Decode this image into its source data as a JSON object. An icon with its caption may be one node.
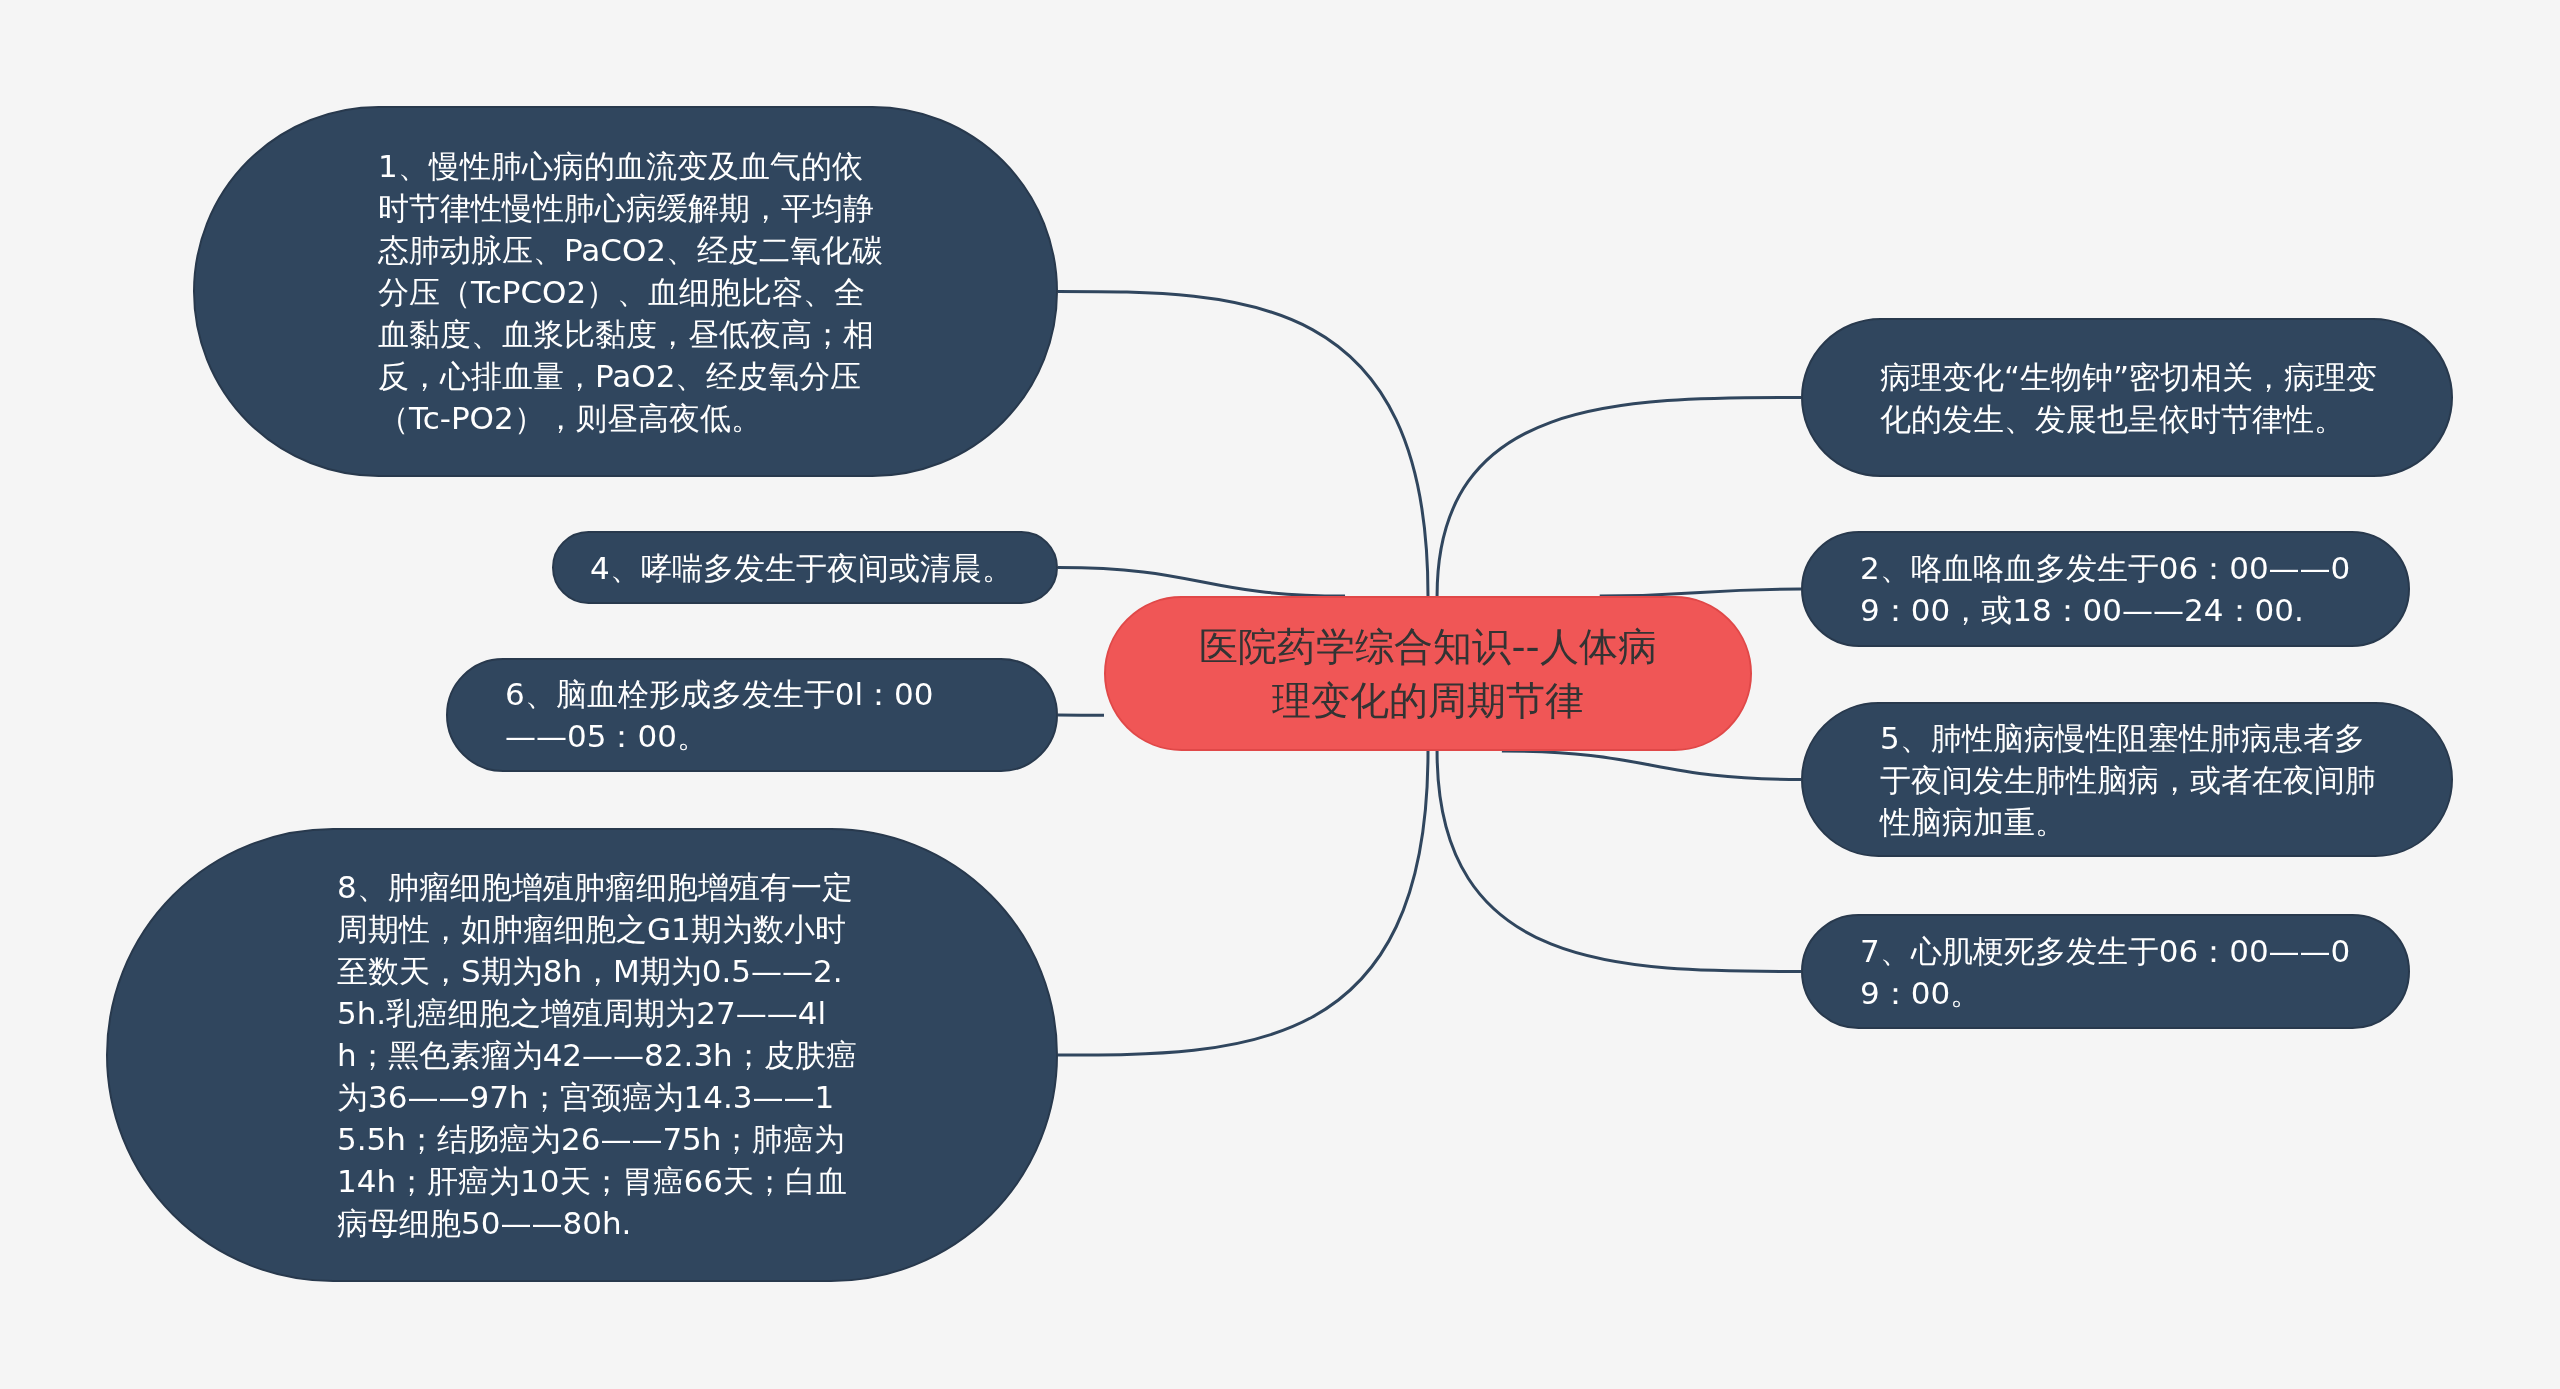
{
  "diagram": {
    "nodes": [
      {
        "text": [
          "医院药学综合知识--人体病理变化的周期节律"
        ]
      },
      {
        "text": [
          "1、慢性肺心病的血流变及血气的依时节律性慢性肺心病缓解期，平均静态肺动脉压、PaCO2、经皮二氧化碳分压（TcPCO2）、血细胞比容、全血黏度、血浆比黏度，昼低夜高；相反，心排血量，PaO2、经皮氧分压（Tc-PO2），则昼高夜低。"
        ]
      },
      {
        "text": [
          "病理变化“生物钟”密切相关，病理变化的发生、发展也呈依时节律性。"
        ]
      },
      {
        "text": [
          "4、哮喘多发生于夜间或清晨。"
        ]
      },
      {
        "text": [
          "2、咯血咯血多发生于06：00——09：00，或18：00——24：00."
        ]
      },
      {
        "text": [
          "6、脑血栓形成多发生于0l：00——05：00。"
        ]
      },
      {
        "text": [
          "5、肺性脑病慢性阻塞性肺病患者多于夜间发生肺性脑病，或者在夜间肺性脑病加重。"
        ]
      },
      {
        "text": [
          "8、肿瘤细胞增殖肿瘤细胞增殖有一定周期性，如肿瘤细胞之G1期为数小时至数天，S期为8h，M期为0.5——2.5h.乳癌细胞之增殖周期为27——4lh；黑色素瘤为42——82.3h；皮肤癌为36——97h；宫颈癌为14.3——15.5h；结肠癌为26——75h；肺癌为14h；肝癌为10天；胃癌66天；白血病母细胞50——80h."
        ]
      },
      {
        "text": [
          "7、心肌梗死多发生于06：00——09：00。"
        ]
      }
    ],
    "edges": [
      {
        "from": 0,
        "to": 1,
        "arrow": "none"
      },
      {
        "from": 0,
        "to": 2,
        "arrow": "none"
      },
      {
        "from": 0,
        "to": 3,
        "arrow": "none"
      },
      {
        "from": 0,
        "to": 4,
        "arrow": "none"
      },
      {
        "from": 0,
        "to": 5,
        "arrow": "none"
      },
      {
        "from": 0,
        "to": 6,
        "arrow": "none"
      },
      {
        "from": 0,
        "to": 7,
        "arrow": "none"
      },
      {
        "from": 0,
        "to": 8,
        "arrow": "none"
      }
    ]
  }
}
